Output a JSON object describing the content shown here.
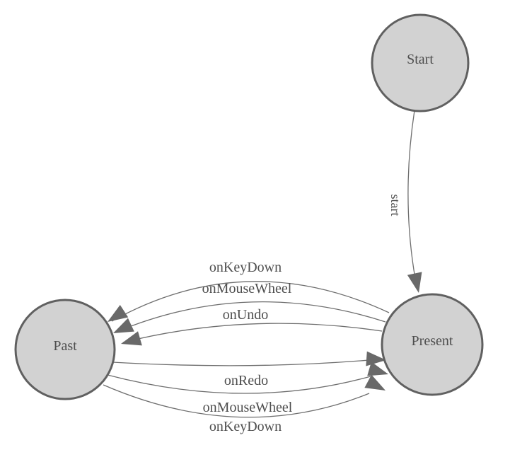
{
  "diagram": {
    "type": "state-machine",
    "colors": {
      "background": "#ffffff",
      "node_fill": "#d2d2d2",
      "node_stroke": "#606060",
      "edge": "#6e6e6e",
      "arrow": "#696969",
      "text": "#4e4e4e"
    },
    "nodes": [
      {
        "id": "start",
        "label": "Start"
      },
      {
        "id": "present",
        "label": "Present"
      },
      {
        "id": "past",
        "label": "Past"
      }
    ],
    "edges": [
      {
        "label": "start",
        "from": "Start",
        "to": "Present"
      },
      {
        "label": "onKeyDown",
        "from": "Present",
        "to": "Past"
      },
      {
        "label": "onMouseWheel",
        "from": "Present",
        "to": "Past"
      },
      {
        "label": "onUndo",
        "from": "Present",
        "to": "Past"
      },
      {
        "label": "onRedo",
        "from": "Past",
        "to": "Present"
      },
      {
        "label": "onMouseWheel",
        "from": "Past",
        "to": "Present"
      },
      {
        "label": "onKeyDown",
        "from": "Past",
        "to": "Present"
      }
    ]
  }
}
